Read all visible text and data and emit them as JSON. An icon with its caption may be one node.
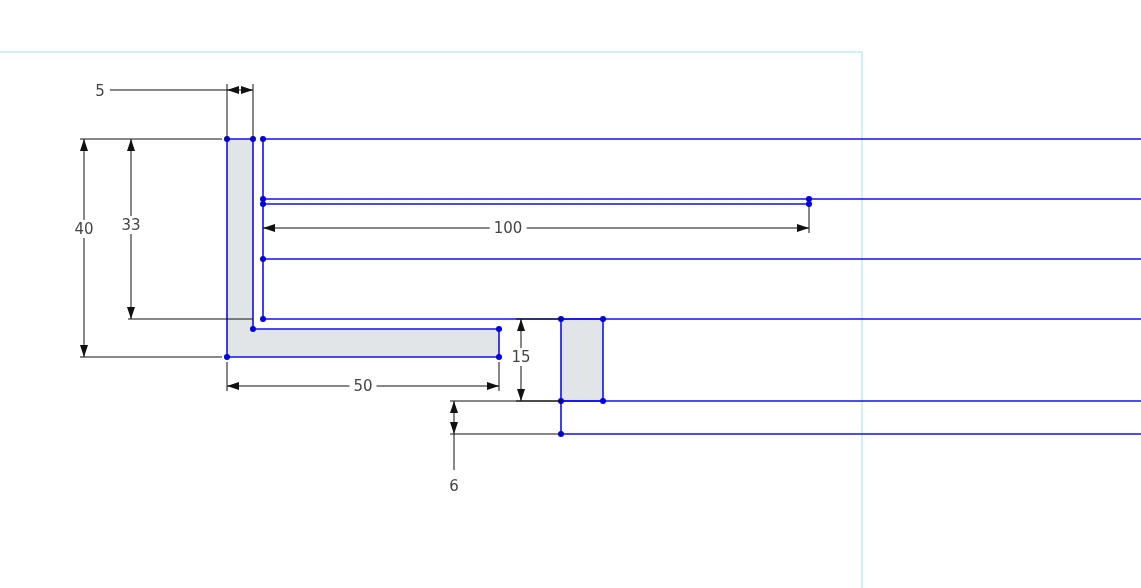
{
  "diagram": {
    "labels": [
      "5",
      "40",
      "33",
      "100",
      "50",
      "15",
      "6"
    ]
  }
}
